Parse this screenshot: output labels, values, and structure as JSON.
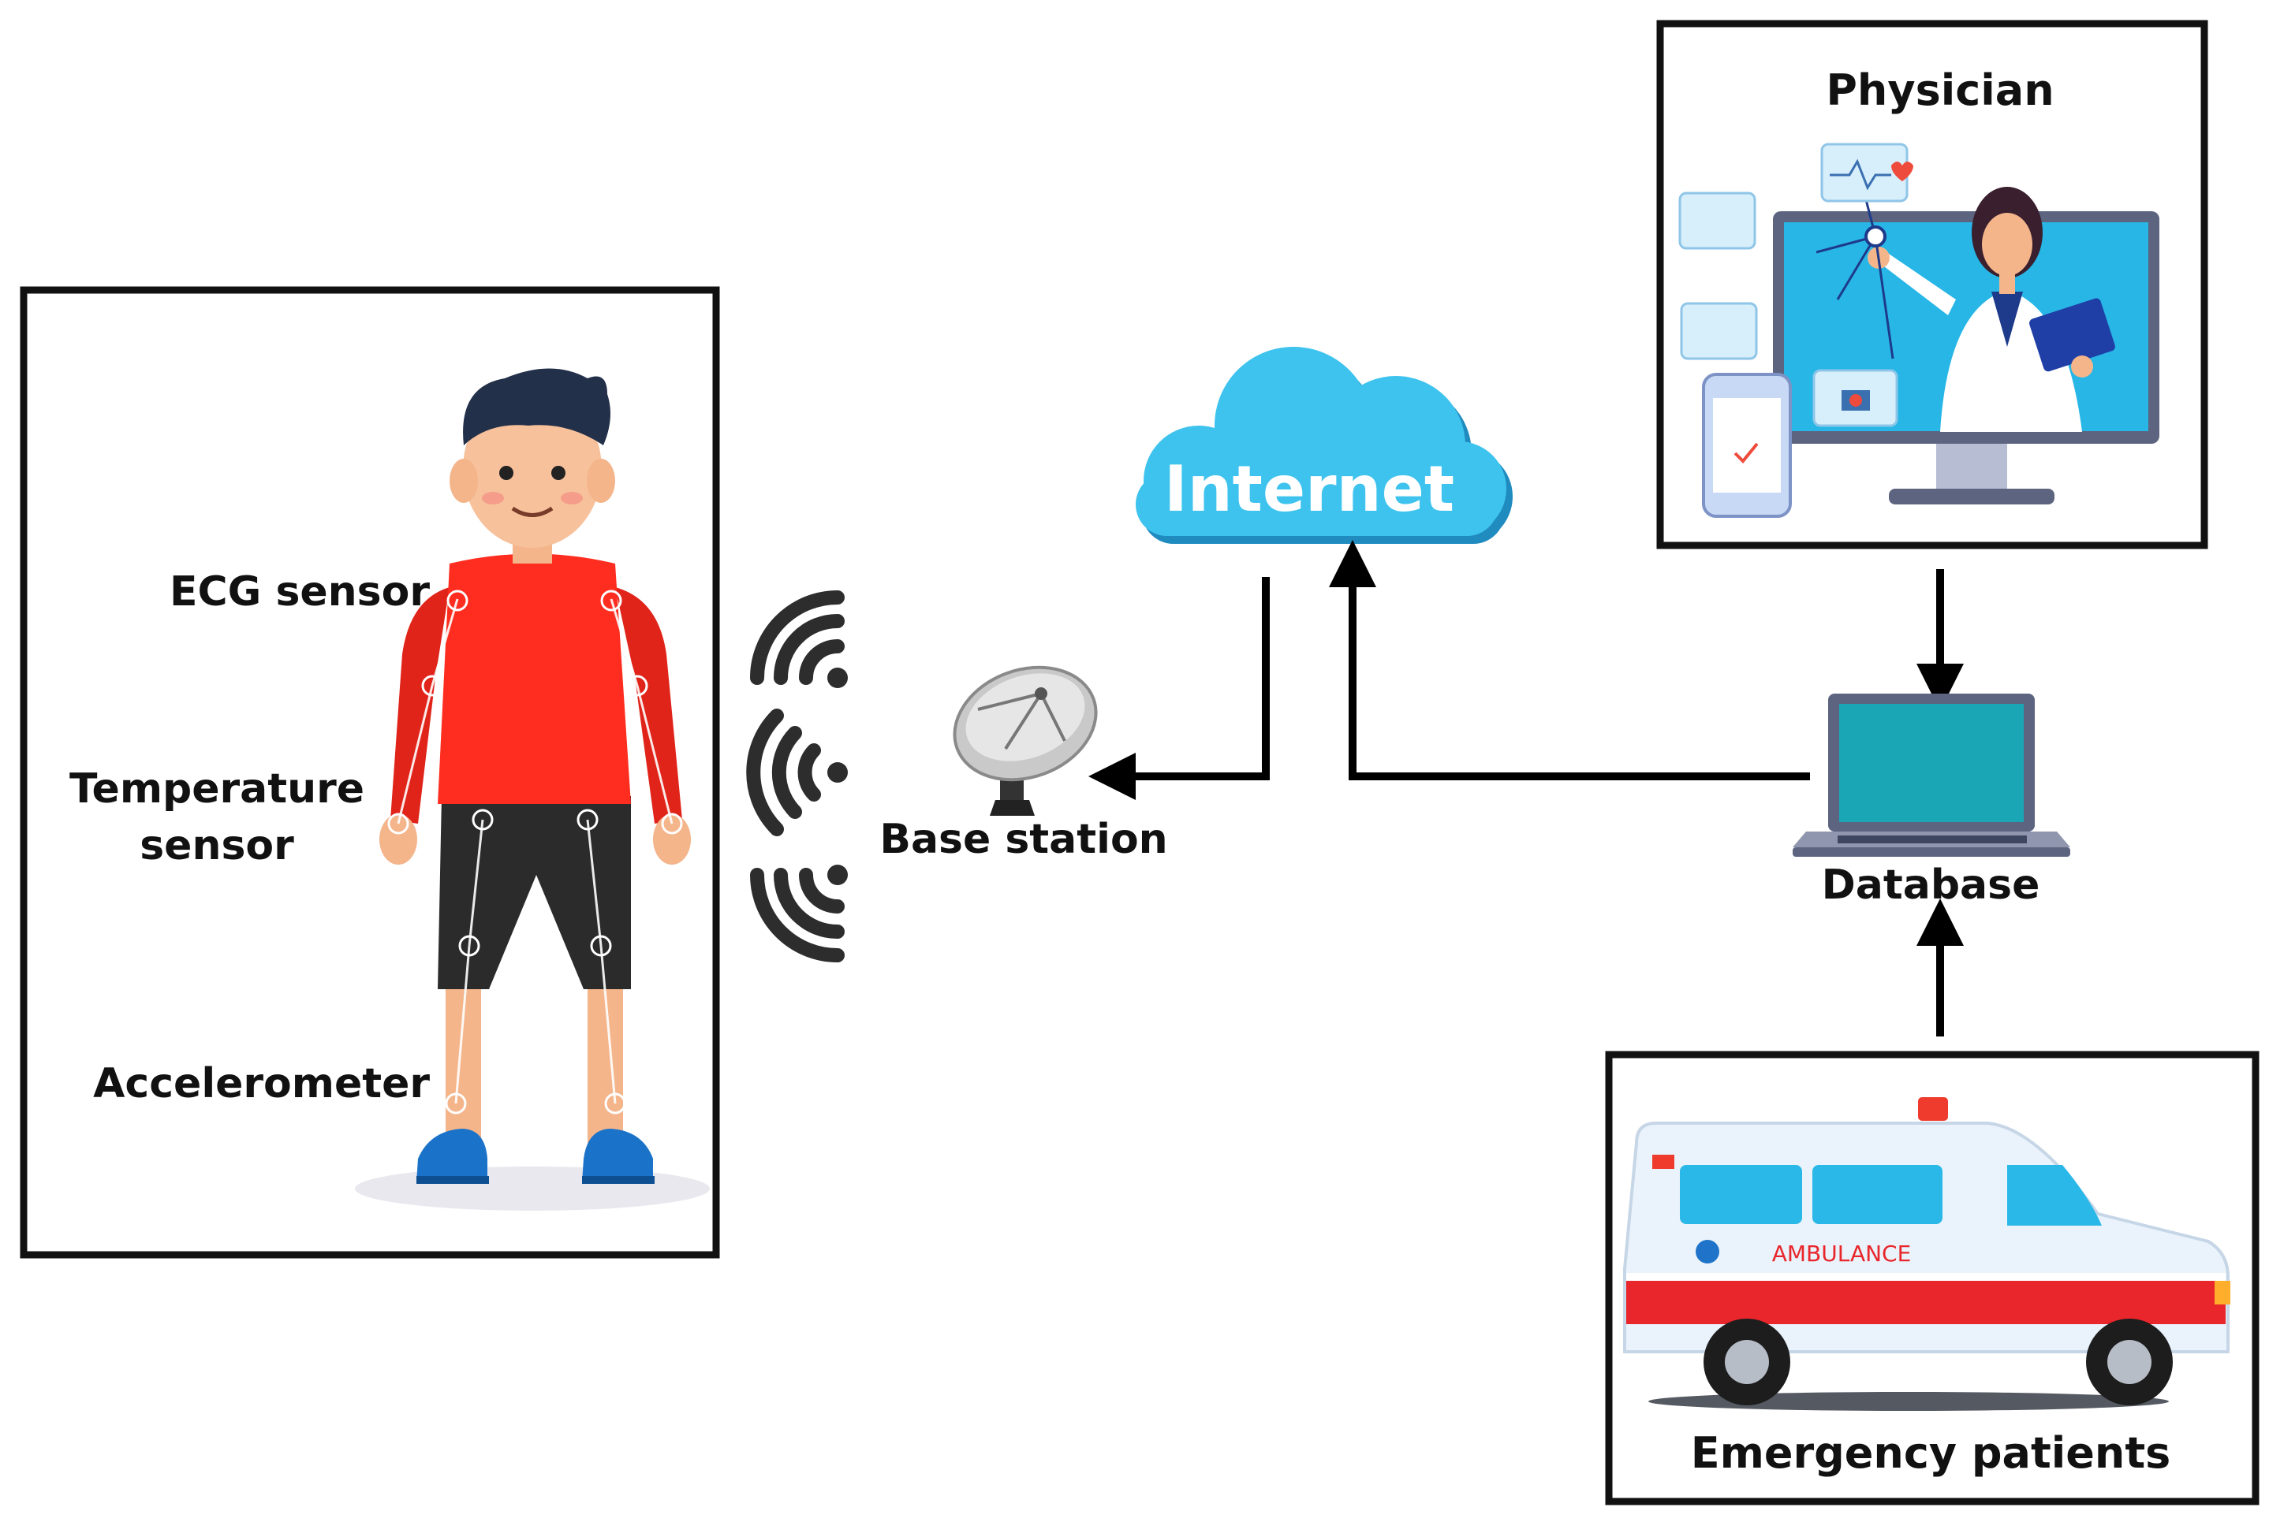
{
  "sensors": {
    "ecg_label": "ECG sensor",
    "temperature_label_line1": "Temperature",
    "temperature_label_line2": "sensor",
    "accelerometer_label": "Accelerometer"
  },
  "network": {
    "base_station_label": "Base station",
    "cloud_label": "Internet"
  },
  "physician": {
    "title": "Physician"
  },
  "database": {
    "label": "Database"
  },
  "emergency": {
    "title": "Emergency patients",
    "vehicle_text": "AMBULANCE"
  },
  "colors": {
    "shirt": "#ff2d1f",
    "shorts": "#2b2b2b",
    "cloud": "#3ec3ee",
    "monitor_screen": "#27b6e6",
    "laptop_screen": "#1aa6b5",
    "ambulance_stripe": "#e8262b"
  },
  "icons": [
    "person-figure",
    "wifi-signal-icon",
    "satellite-dish-icon",
    "cloud-icon",
    "monitor-icon",
    "laptop-icon",
    "ambulance-icon"
  ]
}
